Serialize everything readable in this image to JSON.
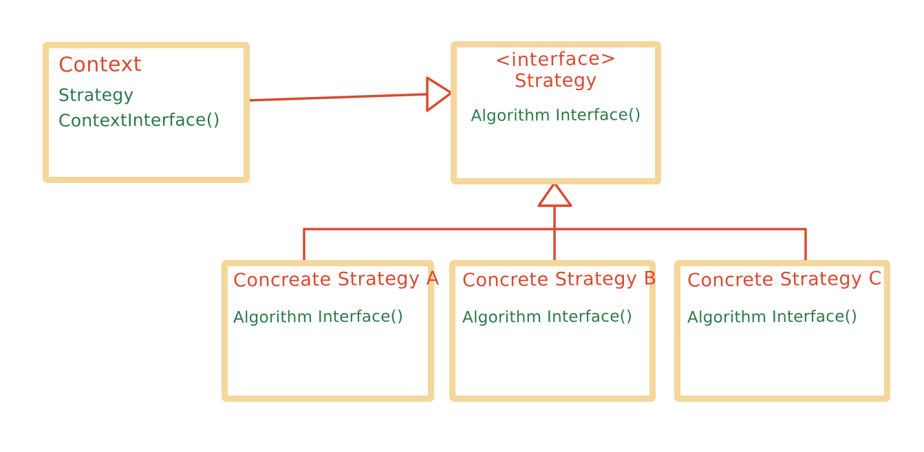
{
  "diagram": {
    "pattern": "Strategy design pattern UML",
    "style": "hand-drawn whiteboard sketch"
  },
  "colors": {
    "background": "#ffffff",
    "box_border": "#f5d69b",
    "class_name_text": "#d84b32",
    "member_text": "#2c7a4b",
    "edge_stroke": "#d84b32"
  },
  "nodes": {
    "context": {
      "name": "Context",
      "attribute": "Strategy",
      "method": "ContextInterface()"
    },
    "strategy_interface": {
      "stereotype": "<interface>",
      "name": "Strategy",
      "method": "Algorithm Interface()"
    },
    "concrete_a": {
      "name": "Concreate Strategy A",
      "method": "Algorithm Interface()"
    },
    "concrete_b": {
      "name": "Concrete Strategy B",
      "method": "Algorithm Interface()"
    },
    "concrete_c": {
      "name": "Concrete Strategy C",
      "method": "Algorithm Interface()"
    }
  },
  "edges": [
    {
      "from": "Context",
      "to": "Strategy",
      "type": "association-open-triangle",
      "direction": "right"
    },
    {
      "from": "Concreate Strategy A",
      "to": "Strategy",
      "type": "inheritance-open-triangle",
      "direction": "up"
    },
    {
      "from": "Concrete Strategy B",
      "to": "Strategy",
      "type": "inheritance-open-triangle",
      "direction": "up"
    },
    {
      "from": "Concrete Strategy C",
      "to": "Strategy",
      "type": "inheritance-open-triangle",
      "direction": "up"
    }
  ]
}
